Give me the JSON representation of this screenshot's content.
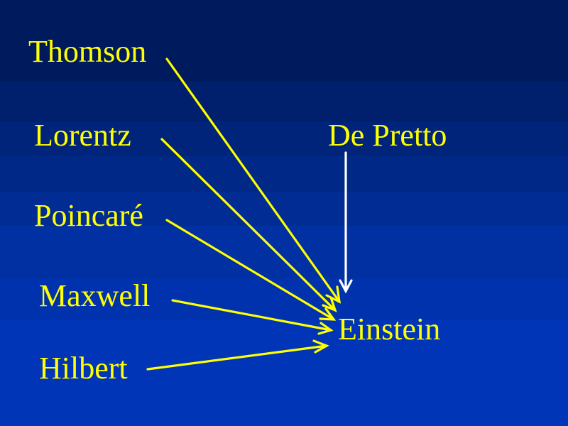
{
  "colors": {
    "text": "#ffff00",
    "arrow_yellow": "#ffff00",
    "arrow_white": "#ffffff",
    "bands": [
      "#001a5e",
      "#00206e",
      "#00247a",
      "#002886",
      "#002c94",
      "#0030a2",
      "#0032ae",
      "#0035b8"
    ]
  },
  "nodes": {
    "thomson": "Thomson",
    "lorentz": "Lorentz",
    "depretto": "De Pretto",
    "poincare": "Poincaré",
    "maxwell": "Maxwell",
    "hilbert": "Hilbert",
    "einstein": "Einstein"
  },
  "edges": [
    {
      "from": "Thomson",
      "to": "Einstein",
      "color": "yellow"
    },
    {
      "from": "Lorentz",
      "to": "Einstein",
      "color": "yellow"
    },
    {
      "from": "Poincaré",
      "to": "Einstein",
      "color": "yellow"
    },
    {
      "from": "Maxwell",
      "to": "Einstein",
      "color": "yellow"
    },
    {
      "from": "Hilbert",
      "to": "Einstein",
      "color": "yellow"
    },
    {
      "from": "De Pretto",
      "to": "Einstein",
      "color": "white"
    }
  ]
}
